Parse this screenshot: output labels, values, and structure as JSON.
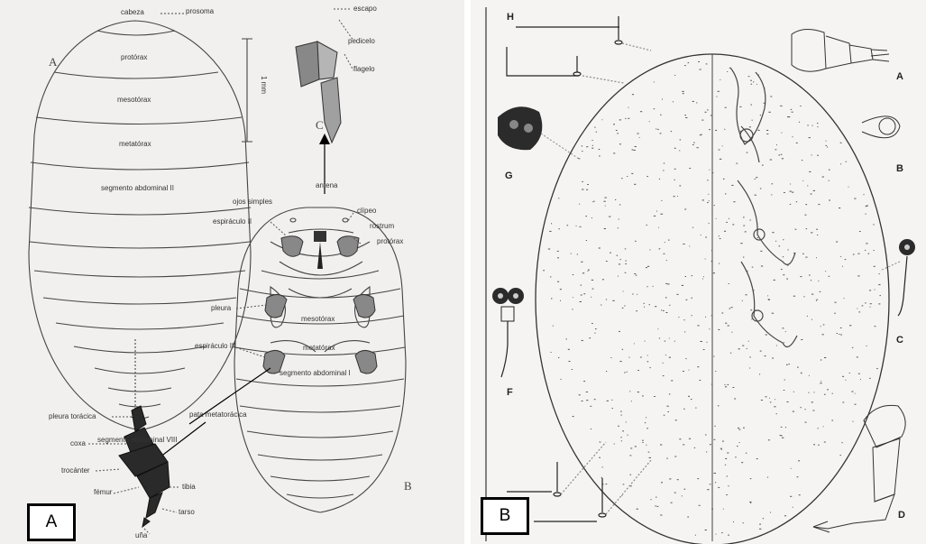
{
  "panel_a": {
    "box_label": "A",
    "fig_a": "A",
    "fig_b": "B",
    "fig_c": "C",
    "scale": "1 mm",
    "dorsal_labels": {
      "cabeza": "cabeza",
      "prosoma": "prosoma",
      "protorax": "protórax",
      "mesotorax": "mesotórax",
      "metatorax": "metatórax",
      "seg_abd_ii": "segmento abdominal II",
      "seg_abd_viii": "segmento abdominal VIII"
    },
    "antenna_labels": {
      "escapo": "escapo",
      "pedicelo": "pedicelo",
      "flagelo": "flagelo",
      "antena": "antena"
    },
    "ventral_labels": {
      "ojos_simples": "ojos simples",
      "espiraculo_ii": "espiráculo II",
      "clipeo": "clípeo",
      "rostrum": "rostrum",
      "protorax": "protórax",
      "pleura": "pleura",
      "mesotorax": "mesotórax",
      "espiraculo_iii": "espiráculo III",
      "metatorax": "metatórax",
      "seg_abd_i": "segmento abdominal I",
      "pata": "pata metatorácica"
    },
    "leg_labels": {
      "pleura_toracica": "pleura torácica",
      "coxa": "coxa",
      "trocanter": "trocánter",
      "femur": "fémur",
      "tibia": "tibia",
      "tarso": "tarso",
      "una": "uña"
    }
  },
  "panel_b": {
    "box_label": "B",
    "letters": {
      "h": "H",
      "a": "A",
      "b": "B",
      "g": "G",
      "c": "C",
      "f": "F",
      "d": "D"
    }
  }
}
